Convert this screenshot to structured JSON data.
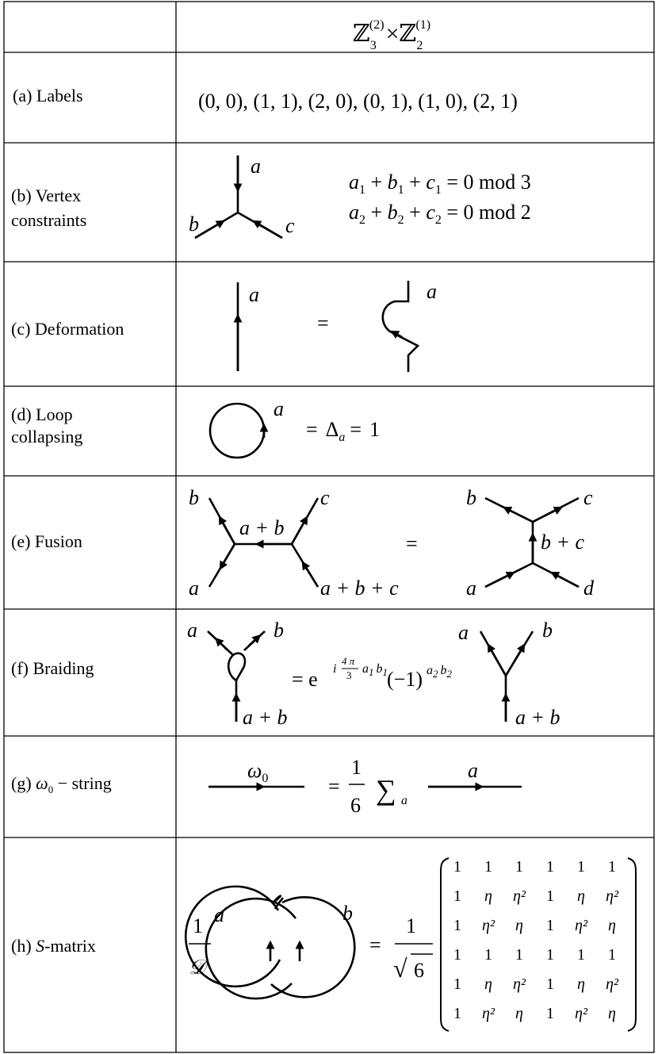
{
  "header": {
    "col1": "",
    "z3": "ℤ",
    "z3_sub": "3",
    "z3_sup": "(2)",
    "times": "×",
    "z2": "ℤ",
    "z2_sub": "2",
    "z2_sup": "(1)"
  },
  "rows": {
    "a": {
      "label": "(a) Labels",
      "labels": "(0, 0), (1, 1), (2, 0), (0, 1), (1, 0), (2, 1)"
    },
    "b": {
      "label_line1": "(b) Vertex",
      "label_line2": "constraints",
      "a": "a",
      "b": "b",
      "c": "c",
      "eq1": {
        "a": "a",
        "a_sub": "1",
        "plus1": " + ",
        "b": "b",
        "b_sub": "1",
        "plus2": " + ",
        "c": "c",
        "c_sub": "1",
        "rhs": " = 0 mod 3"
      },
      "eq2": {
        "a": "a",
        "a_sub": "2",
        "plus1": " + ",
        "b": "b",
        "b_sub": "2",
        "plus2": " + ",
        "c": "c",
        "c_sub": "2",
        "rhs": " = 0 mod 2"
      }
    },
    "c": {
      "label": "(c) Deformation",
      "a_left": "a",
      "equals": "=",
      "a_right": "a"
    },
    "d": {
      "label_line1": "(d) Loop",
      "label_line2": "collapsing",
      "a": "a",
      "eq1": "=",
      "delta": "Δ",
      "delta_sub": "a",
      "eq2": "=",
      "one": "1"
    },
    "e": {
      "label": "(e) Fusion",
      "left_b": "b",
      "left_c": "c",
      "left_ab": "a + b",
      "left_a": "a",
      "left_abc": "a + b + c",
      "equals": "=",
      "right_b": "b",
      "right_c": "c",
      "right_bc": "b + c",
      "right_a": "a",
      "right_d": "d"
    },
    "f": {
      "label": "(f) Braiding",
      "left_a": "a",
      "left_b": "b",
      "left_ab": "a + b",
      "eq_prefix": "= e",
      "exp_i": "i",
      "exp_frac_num": "4 π",
      "exp_frac_den": "3",
      "exp_a": "a",
      "exp_a_sub": "1",
      "exp_b": "b",
      "exp_b_sub": "1",
      "paren": "(−1)",
      "pexp_a": "a",
      "pexp_a_sub": "2",
      "pexp_b": "b",
      "pexp_b_sub": "2",
      "right_a": "a",
      "right_b": "b",
      "right_ab": "a + b"
    },
    "g": {
      "label_pre": "(g) ",
      "label_omega": "ω",
      "label_omega_sub": "0",
      "label_post": " − string",
      "omega": "ω",
      "omega_sub": "0",
      "eq": "=",
      "frac_num": "1",
      "frac_den": "6",
      "sum": "∑",
      "sum_sub": "a",
      "a": "a"
    },
    "h": {
      "label_pre": "(h) ",
      "label_S": "S",
      "label_post": "-matrix",
      "frac_num": "1",
      "frac_den": "𝒟",
      "a": "a",
      "b": "b",
      "eq": "=",
      "pref_num": "1",
      "sqrt": "√",
      "sqrt_arg": "6",
      "matrix": [
        [
          "1",
          "1",
          "1",
          "1",
          "1",
          "1"
        ],
        [
          "1",
          "η",
          "η²",
          "1",
          "η",
          "η²"
        ],
        [
          "1",
          "η²",
          "η",
          "1",
          "η²",
          "η"
        ],
        [
          "1",
          "1",
          "1",
          "1",
          "1",
          "1"
        ],
        [
          "1",
          "η",
          "η²",
          "1",
          "η",
          "η²"
        ],
        [
          "1",
          "η²",
          "η",
          "1",
          "η²",
          "η"
        ]
      ]
    }
  }
}
